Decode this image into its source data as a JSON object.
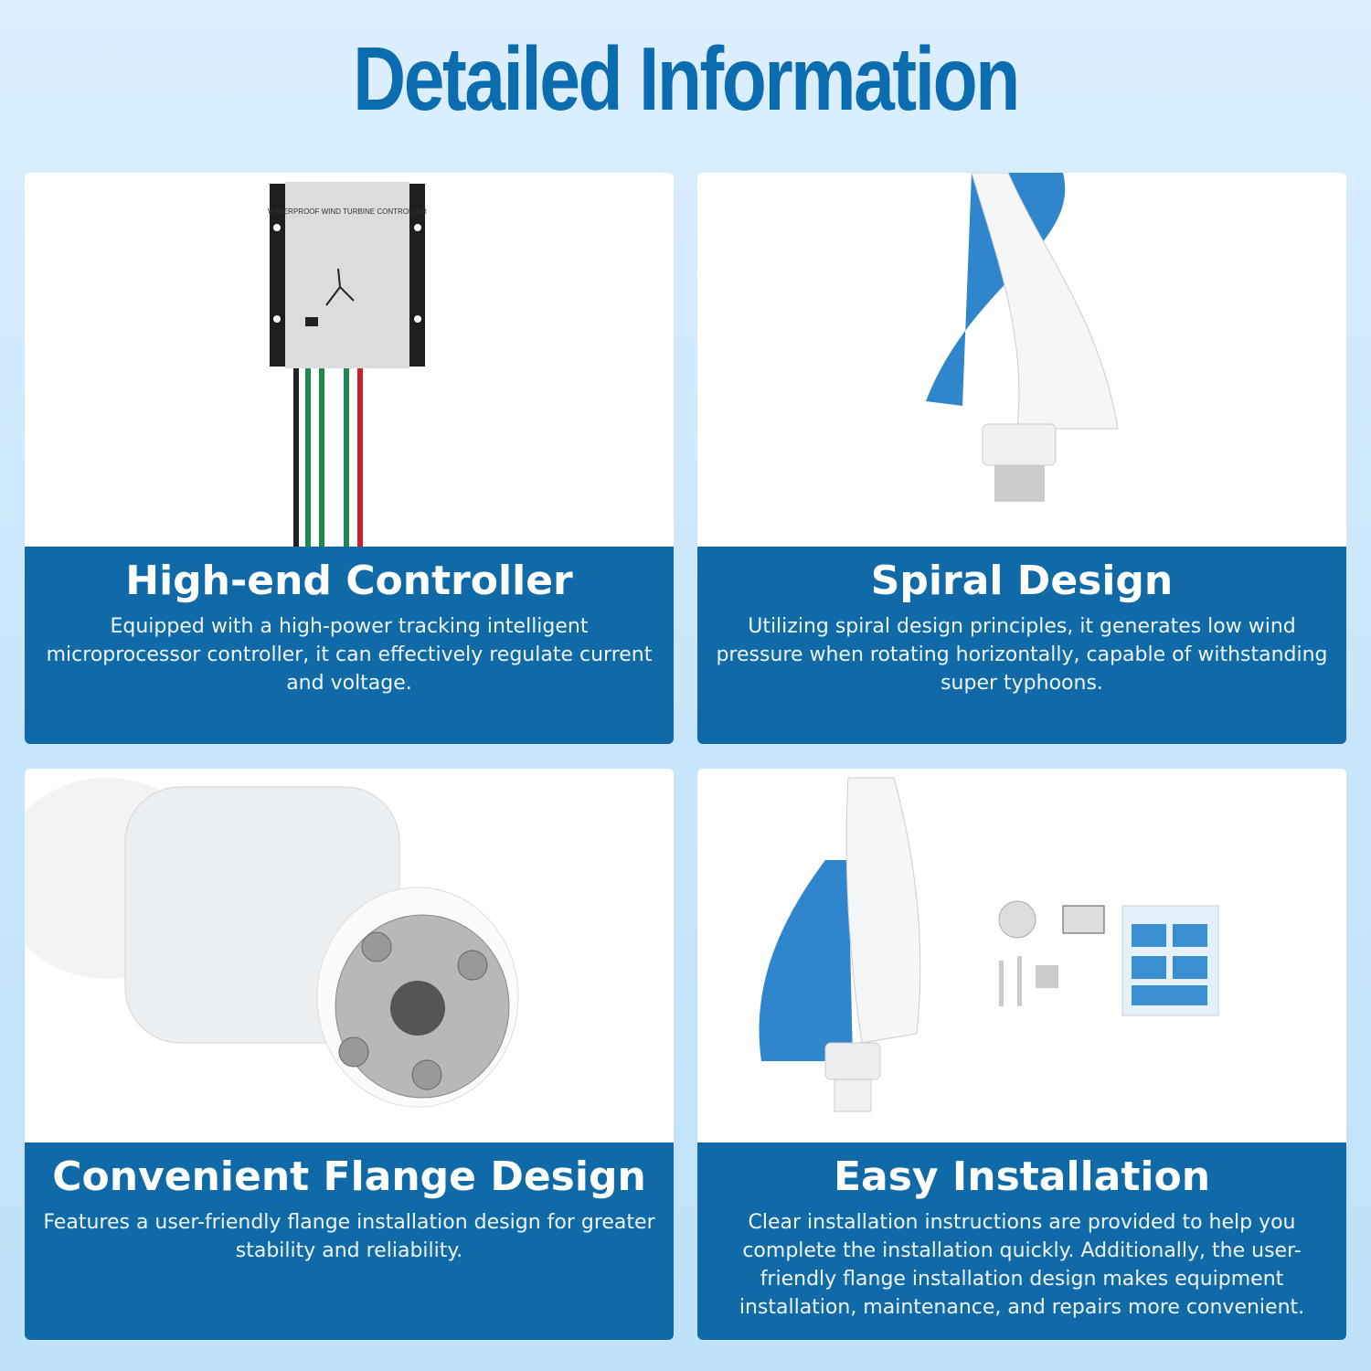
{
  "title": "Detailed Information",
  "cards": [
    {
      "heading": "High-end Controller",
      "text": "Equipped with a high-power tracking intelligent microprocessor controller, it can effectively regulate current and voltage.",
      "image_lettering": "WATERPROOF WIND TURBINE CONTROLLER"
    },
    {
      "heading": "Spiral Design",
      "text": "Utilizing spiral design principles, it generates low wind pressure when rotating horizontally, capable of withstanding super typhoons."
    },
    {
      "heading": "Convenient Flange Design",
      "text": "Features a user-friendly flange installation design for greater stability and reliability."
    },
    {
      "heading": "Easy Installation",
      "text": "Clear installation instructions are provided to help you complete the installation quickly. Additionally, the user-friendly flange installation design makes equipment installation, maintenance, and repairs more convenient."
    }
  ],
  "colors": {
    "title": "#0b6cb0",
    "panel": "#0f6aa7",
    "blade": "#2f86cc"
  }
}
